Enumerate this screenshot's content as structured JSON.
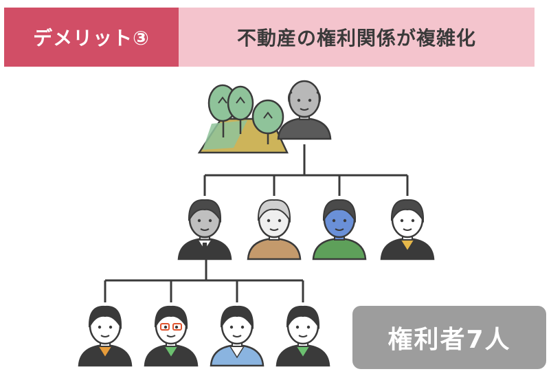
{
  "banner": {
    "tag": "デメリット③",
    "title": "不動産の権利関係が複雑化"
  },
  "badge": {
    "label": "権利者7人"
  },
  "colors": {
    "tag_bg": "#d14e66",
    "title_bg": "#f4c4cd",
    "badge_bg": "#9d9d9d",
    "line": "#3a3a3a"
  },
  "icons": {
    "property": "land-with-trees-icon",
    "people": "person-icon"
  }
}
